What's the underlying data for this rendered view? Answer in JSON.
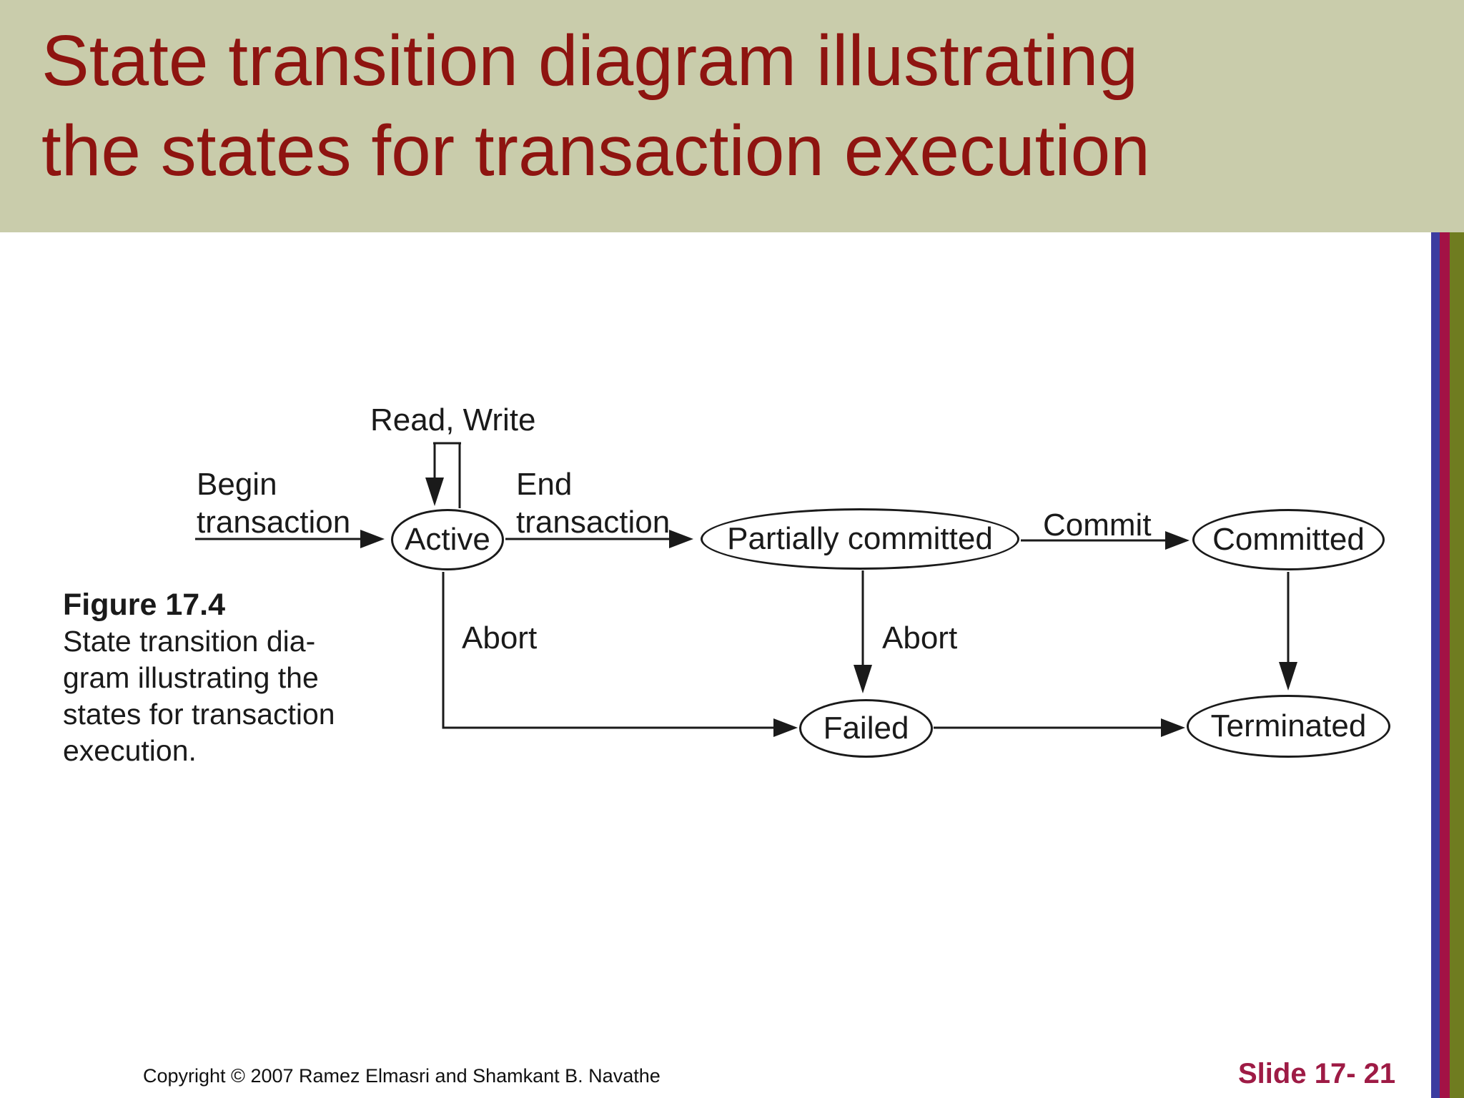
{
  "slide": {
    "title_line1": "State transition diagram illustrating",
    "title_line2": "the states for transaction execution",
    "footer": {
      "copyright": "Copyright © 2007 Ramez Elmasri and Shamkant B. Navathe",
      "slide_number": "Slide 17- 21"
    }
  },
  "figure": {
    "label": "Figure 17.4",
    "caption_line1": "State transition dia-",
    "caption_line2": "gram illustrating the",
    "caption_line3": "states for transaction",
    "caption_line4": "execution."
  },
  "diagram": {
    "states": {
      "active": "Active",
      "partially_committed": "Partially committed",
      "committed": "Committed",
      "failed": "Failed",
      "terminated": "Terminated"
    },
    "transitions": {
      "read_write": "Read, Write",
      "begin_line1": "Begin",
      "begin_line2": "transaction",
      "end_line1": "End",
      "end_line2": "transaction",
      "commit": "Commit",
      "abort_from_active": "Abort",
      "abort_from_partially_committed": "Abort"
    }
  },
  "colors": {
    "header_bg": "#C9CCAB",
    "title": "#8E1410",
    "stripe_blue": "#3C3CA0",
    "stripe_maroon": "#A31245",
    "stripe_olive": "#6F7C20",
    "slide_number": "#9E1B45",
    "ink": "#1A1A1A"
  }
}
